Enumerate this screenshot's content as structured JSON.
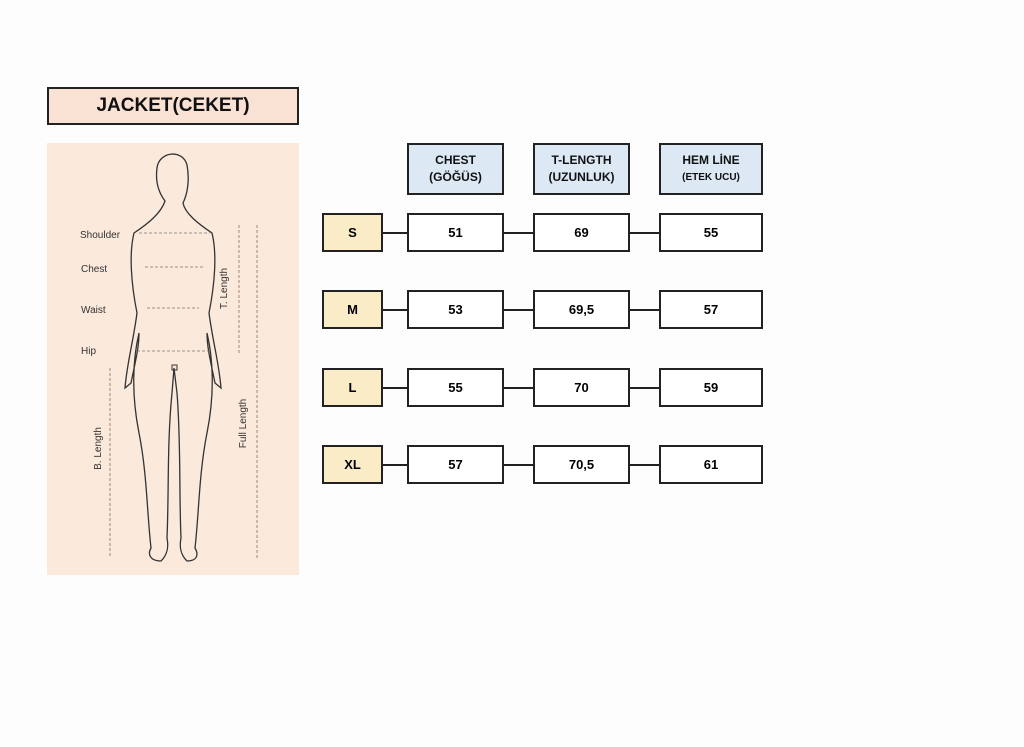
{
  "title": "JACKET(CEKET)",
  "figure": {
    "labels": [
      "Shoulder",
      "Chest",
      "Waist",
      "Hip"
    ],
    "t_length": "T. Length",
    "b_length": "B. Length",
    "full_length": "Full Length"
  },
  "headers": [
    {
      "line1": "CHEST",
      "line2": "(GÖĞÜS)"
    },
    {
      "line1": "T-LENGTH",
      "line2": "(UZUNLUK)"
    },
    {
      "line1": "HEM LİNE",
      "line2": "(ETEK UCU)"
    }
  ],
  "rows": [
    {
      "size": "S",
      "values": [
        "51",
        "69",
        "55"
      ]
    },
    {
      "size": "M",
      "values": [
        "53",
        "69,5",
        "57"
      ]
    },
    {
      "size": "L",
      "values": [
        "55",
        "70",
        "59"
      ]
    },
    {
      "size": "XL",
      "values": [
        "57",
        "70,5",
        "61"
      ]
    }
  ],
  "colors": {
    "title_bg": "#f9e2d4",
    "header_bg": "#dce8f3",
    "size_bg": "#fbecc8"
  }
}
